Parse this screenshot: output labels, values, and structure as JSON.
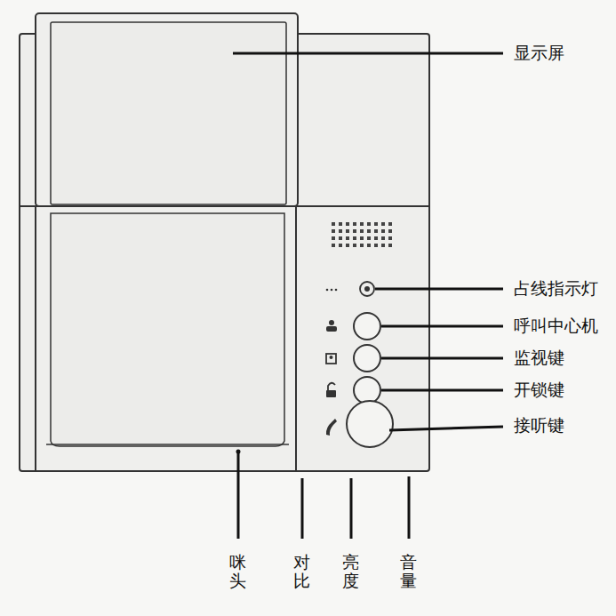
{
  "diagram": {
    "labels": [
      "显示屏",
      "占线指示灯",
      "呼叫中心机",
      "监视键",
      "开锁键",
      "接听键",
      "咪头",
      "对比",
      "亮度",
      "音量"
    ]
  }
}
